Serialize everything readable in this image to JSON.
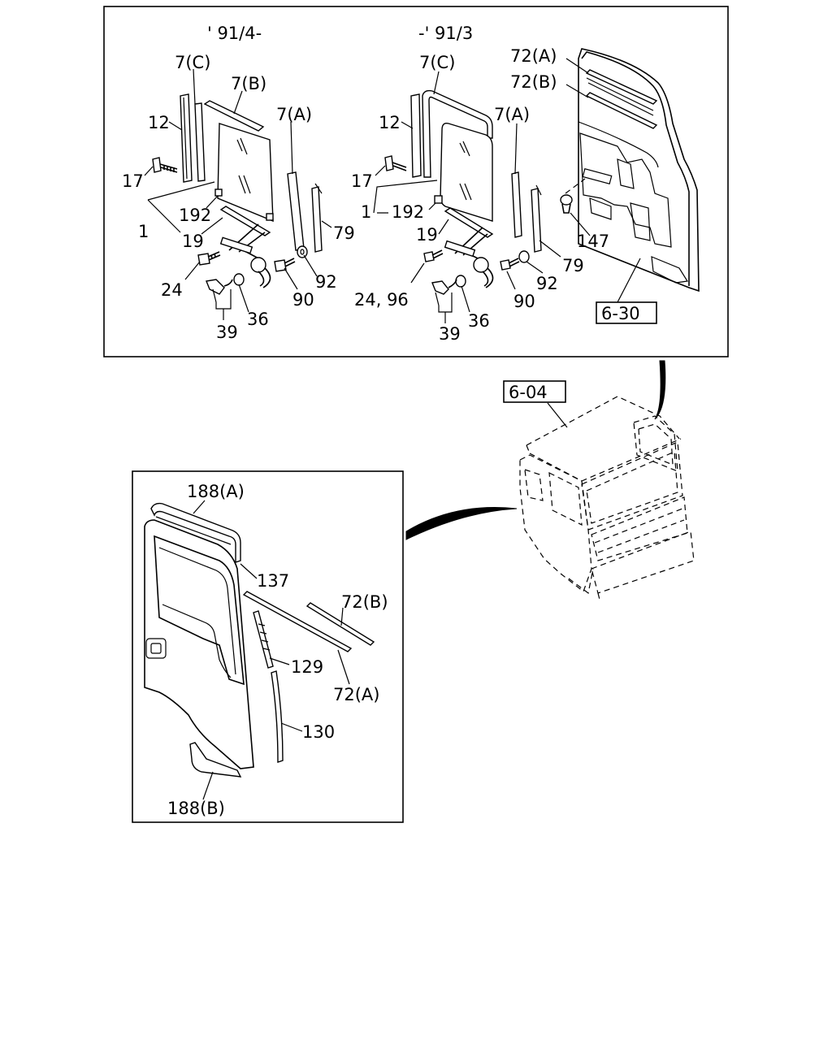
{
  "period_labels": {
    "after": "' 91/4-",
    "before": "-' 91/3"
  },
  "ref_boxes": {
    "door": "6-30",
    "cab": "6-04"
  },
  "callouts_left": {
    "c7c": "7(C)",
    "c7b": "7(B)",
    "c7a": "7(A)",
    "c12": "12",
    "c17": "17",
    "c1": "1",
    "c192": "192",
    "c19": "19",
    "c79": "79",
    "c24": "24",
    "c92": "92",
    "c90": "90",
    "c36": "36",
    "c39": "39"
  },
  "callouts_right": {
    "c7c": "7(C)",
    "c72a": "72(A)",
    "c72b": "72(B)",
    "c7a": "7(A)",
    "c12": "12",
    "c17": "17",
    "c1": "1",
    "c192": "192",
    "c19": "19",
    "c147": "147",
    "c79": "79",
    "c92": "92",
    "c2496": "24, 96",
    "c90": "90",
    "c36": "36",
    "c39": "39"
  },
  "callouts_lower": {
    "c188a": "188(A)",
    "c137": "137",
    "c72b": "72(B)",
    "c129": "129",
    "c72a": "72(A)",
    "c130": "130",
    "c188b": "188(B)"
  }
}
